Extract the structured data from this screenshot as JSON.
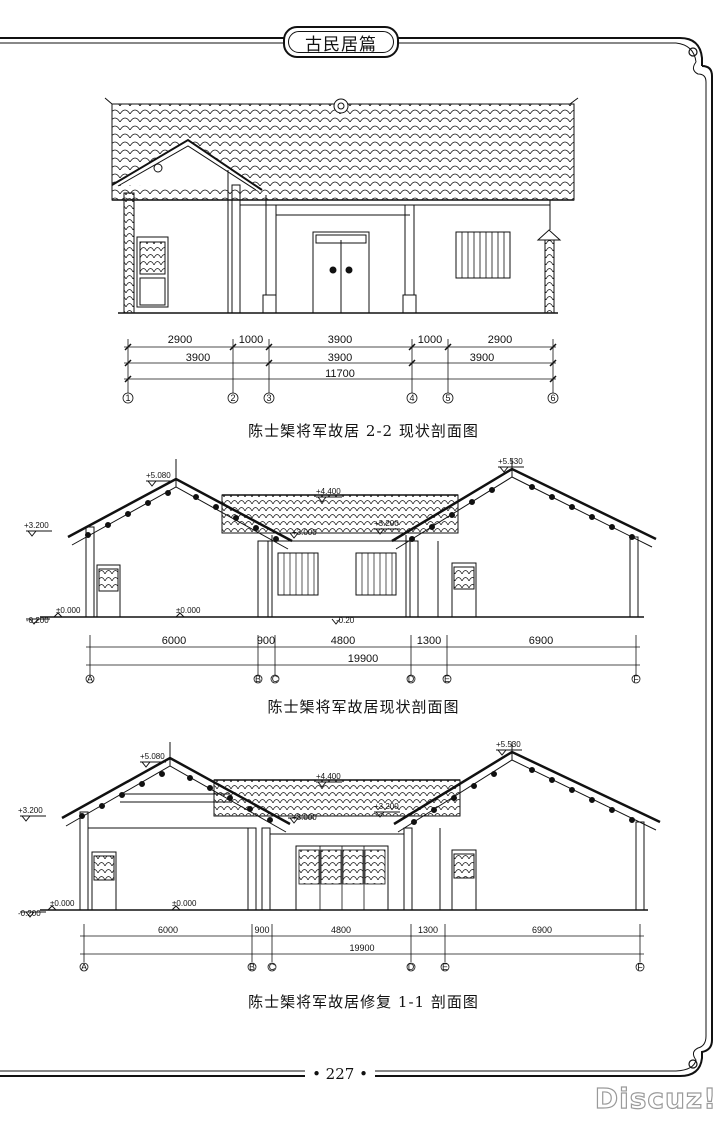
{
  "header": {
    "section_title": "古民居篇"
  },
  "figures": [
    {
      "caption": "陈士榘将军故居 2-2 现状剖面图",
      "dims_row1": [
        "2900",
        "1000",
        "3900",
        "1000",
        "2900"
      ],
      "dims_row2": [
        "3900",
        "3900",
        "3900"
      ],
      "dims_total": "11700",
      "axes": [
        "1",
        "2",
        "3",
        "4",
        "5",
        "6"
      ]
    },
    {
      "caption": "陈士榘将军故居现状剖面图",
      "levels": [
        "+5.080",
        "+5.530",
        "+4.400",
        "+3.200",
        "+3.000",
        "+3.200",
        "±0.000",
        "±0.000",
        "-0.200",
        "-0.20"
      ],
      "dims_row1": [
        "6000",
        "900",
        "4800",
        "1300",
        "6900"
      ],
      "dims_total": "19900",
      "axes": [
        "A",
        "B",
        "C",
        "D",
        "E",
        "F"
      ]
    },
    {
      "caption": "陈士榘将军故居修复 1-1 剖面图",
      "levels": [
        "+5.080",
        "+5.530",
        "+4.400",
        "+3.200",
        "+3.000",
        "+3.200",
        "±0.000",
        "±0.000",
        "-0.200"
      ],
      "dims_row1": [
        "6000",
        "900",
        "4800",
        "1300",
        "6900"
      ],
      "dims_total": "19900",
      "axes": [
        "A",
        "B",
        "C",
        "D",
        "E",
        "F"
      ]
    }
  ],
  "footer": {
    "page_number": "• 227 •"
  },
  "watermark": "Discuz!"
}
